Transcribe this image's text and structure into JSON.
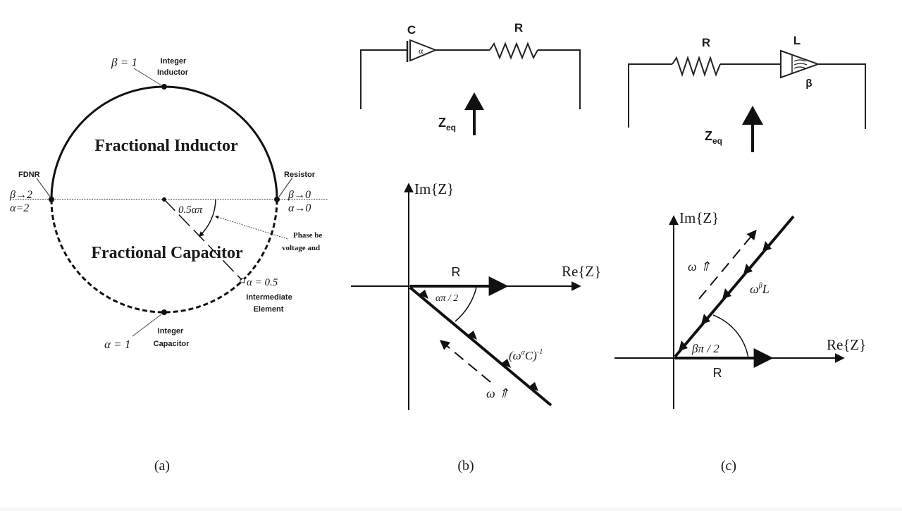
{
  "panels": {
    "a": {
      "caption": "(a)",
      "title_upper": "Fractional Inductor",
      "title_lower": "Fractional Capacitor",
      "beta_one": "β = 1",
      "integer_inductor": [
        "Integer",
        "Inductor"
      ],
      "fdnr": "FDNR",
      "beta_to_2": "β→2",
      "alpha_eq_2": "α=2",
      "resistor": "Resistor",
      "beta_to_0": "β→0",
      "alpha_to_0": "α→0",
      "angle_label": "0.5απ",
      "phase_note": [
        "Phase be",
        "voltage and"
      ],
      "alpha_half": "α = 0.5",
      "intermediate": [
        "Intermediate",
        "Element"
      ],
      "integer_capacitor": [
        "Integer",
        "Capacitor"
      ],
      "alpha_one": "α = 1"
    },
    "b": {
      "caption": "(b)",
      "circuit": {
        "cap_label": "C",
        "cap_order": "α",
        "res_label": "R",
        "zeq": "Z",
        "zeq_sub": "eq"
      },
      "phasor": {
        "im_axis": "Im{Z}",
        "re_axis": "Re{Z}",
        "r_label": "R",
        "angle_label": "απ / 2",
        "vector_label": "(ω",
        "vector_sup": "α",
        "vector_label2": "C)",
        "vector_sup2": "-1",
        "omega_label": "ω ⇑"
      }
    },
    "c": {
      "caption": "(c)",
      "circuit": {
        "res_label": "R",
        "ind_label": "L",
        "ind_order": "β",
        "zeq": "Z",
        "zeq_sub": "eq"
      },
      "phasor": {
        "im_axis": "Im{Z}",
        "re_axis": "Re{Z}",
        "r_label": "R",
        "angle_label": "βπ / 2",
        "vector_label": "ω",
        "vector_sup": "β",
        "vector_label2": "L",
        "omega_label": "ω ⇑"
      }
    }
  }
}
